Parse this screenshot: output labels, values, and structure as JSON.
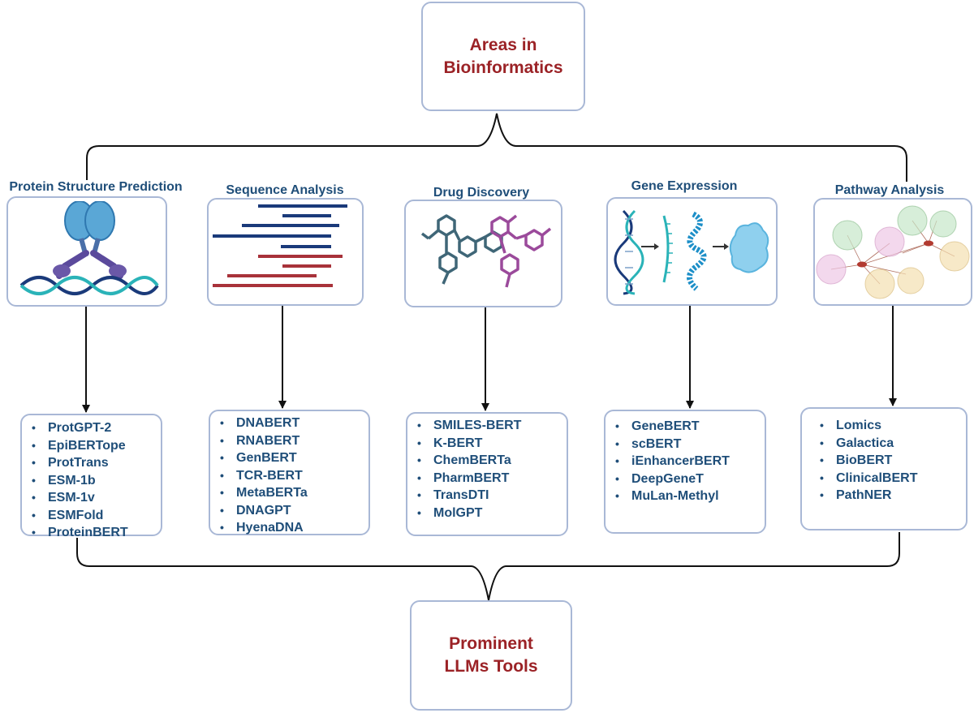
{
  "top": {
    "title": "Areas in\nBioinformatics"
  },
  "bottom": {
    "title": "Prominent\nLLMs Tools"
  },
  "areas": [
    {
      "label": "Protein Structure Prediction",
      "icon": "protein-structure-icon",
      "tools": [
        "ProtGPT-2",
        "EpiBERTope",
        "ProtTrans",
        "ESM-1b",
        "ESM-1v",
        "ESMFold",
        "ProteinBERT"
      ]
    },
    {
      "label": "Sequence Analysis",
      "icon": "sequence-alignment-icon",
      "tools": [
        "DNABERT",
        "RNABERT",
        "GenBERT",
        "TCR-BERT",
        "MetaBERTa",
        "DNAGPT",
        "HyenaDNA"
      ]
    },
    {
      "label": "Drug Discovery",
      "icon": "molecule-structures-icon",
      "tools": [
        "SMILES-BERT",
        "K-BERT",
        "ChemBERTa",
        "PharmBERT",
        "TransDTI",
        "MolGPT"
      ]
    },
    {
      "label": "Gene Expression",
      "icon": "gene-expression-icon",
      "tools": [
        "GeneBERT",
        "scBERT",
        "iEnhancerBERT",
        "DeepGeneT",
        "MuLan-Methyl"
      ]
    },
    {
      "label": "Pathway Analysis",
      "icon": "pathway-network-icon",
      "tools": [
        "Lomics",
        "Galactica",
        "BioBERT",
        "ClinicalBERT",
        "PathNER"
      ]
    }
  ],
  "colors": {
    "title": "#9b2226",
    "label": "#1f4e79",
    "border": "#a9b8d6",
    "line": "#111111",
    "navy": "#1a3a7a",
    "teal": "#2ab3b8",
    "purple": "#5b4a9c",
    "crimson": "#a8323a"
  }
}
